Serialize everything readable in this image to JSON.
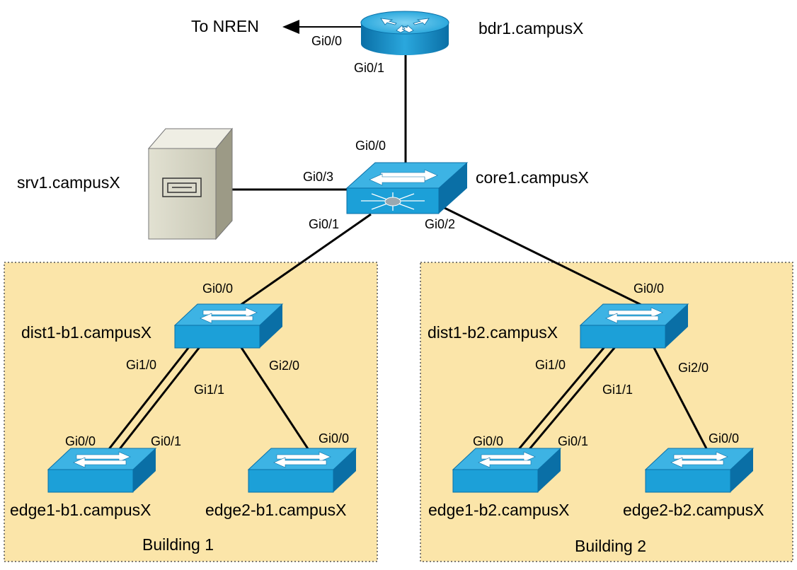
{
  "external": {
    "label": "To NREN",
    "port": "Gi0/0"
  },
  "bdr": {
    "name": "bdr1.campusX",
    "port_down": "Gi0/1"
  },
  "core": {
    "name": "core1.campusX",
    "port_up": "Gi0/0",
    "port_srv": "Gi0/3",
    "port_b1": "Gi0/1",
    "port_b2": "Gi0/2"
  },
  "server": {
    "name": "srv1.campusX"
  },
  "building1": {
    "label": "Building 1",
    "dist": {
      "name": "dist1-b1.campusX",
      "port_up": "Gi0/0",
      "port_e1a": "Gi1/0",
      "port_e1b": "Gi1/1",
      "port_e2": "Gi2/0"
    },
    "edge1": {
      "name": "edge1-b1.campusX",
      "port_a": "Gi0/0",
      "port_b": "Gi0/1"
    },
    "edge2": {
      "name": "edge2-b1.campusX",
      "port_up": "Gi0/0"
    }
  },
  "building2": {
    "label": "Building 2",
    "dist": {
      "name": "dist1-b2.campusX",
      "port_up": "Gi0/0",
      "port_e1a": "Gi1/0",
      "port_e1b": "Gi1/1",
      "port_e2": "Gi2/0"
    },
    "edge1": {
      "name": "edge1-b2.campusX",
      "port_a": "Gi0/0",
      "port_b": "Gi0/1"
    },
    "edge2": {
      "name": "edge2-b2.campusX",
      "port_up": "Gi0/0"
    }
  },
  "colors": {
    "building_fill": "#fbe5a9",
    "building_border": "#555555",
    "device_blue": "#1ca0d8",
    "device_blue_dark": "#0a6fa6",
    "device_blue_light": "#5cc3ee",
    "server_light": "#d9d8c8",
    "server_dark": "#9c9a86",
    "link": "#000000"
  }
}
